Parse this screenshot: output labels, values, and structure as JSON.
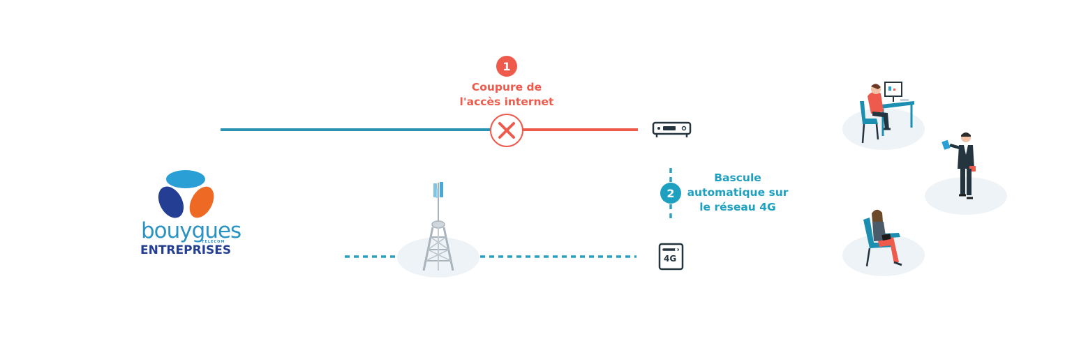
{
  "logo": {
    "brand": "bouygues",
    "sub": "TELECOM",
    "division": "ENTREPRISES",
    "colors": {
      "top": "#2a9fd6",
      "left": "#233e93",
      "right": "#ee6a24"
    }
  },
  "steps": [
    {
      "number": "1",
      "label": "Coupure de\nl'accès internet",
      "color": "#ee5a4c"
    },
    {
      "number": "2",
      "label": "Bascule\nautomatique sur\nle réseau 4G",
      "color": "#1ea0c0"
    }
  ],
  "devices": {
    "router_icon": "router-icon",
    "box_4g_label": "4G",
    "tower_icon": "cell-tower-icon"
  },
  "colors": {
    "wired_line": "#2a93b4",
    "cut_line": "#ee5a4c",
    "dotted_link": "#2a9fc0",
    "platform": "#eef3f7",
    "dark": "#253540"
  }
}
